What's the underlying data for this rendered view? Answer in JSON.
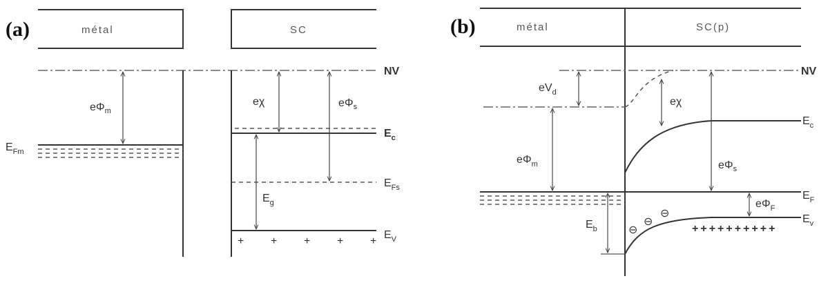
{
  "panel_a": {
    "tag": "(a)",
    "metal_box": "métal",
    "sc_box": "SC",
    "phi_m": "eΦ",
    "phi_m_sub": "m",
    "chi": "eχ",
    "phi_s": "eΦ",
    "phi_s_sub": "s",
    "nv": "NV",
    "ec": "E",
    "ec_sub": "c",
    "efm": "E",
    "efm_sub": "Fm",
    "efs": "E",
    "efs_sub": "Fs",
    "eg": "E",
    "eg_sub": "g",
    "ev": "E",
    "ev_sub": "V",
    "holes": [
      "+",
      "+",
      "+",
      "+",
      "+"
    ]
  },
  "panel_b": {
    "tag": "(b)",
    "metal_box": "métal",
    "sc_box": "SC(p)",
    "vd": "eV",
    "vd_sub": "d",
    "chi": "eχ",
    "phi_m": "eΦ",
    "phi_m_sub": "m",
    "phi_s": "eΦ",
    "phi_s_sub": "s",
    "phi_f": "eΦ",
    "phi_f_sub": "F",
    "eb": "E",
    "eb_sub": "b",
    "nv": "NV",
    "ec": "E",
    "ec_sub": "c",
    "ef": "E",
    "ef_sub": "F",
    "ev": "E",
    "ev_sub": "v",
    "charges": [
      "⊖",
      "⊖",
      "⊖"
    ],
    "holes": "++++++++++"
  }
}
